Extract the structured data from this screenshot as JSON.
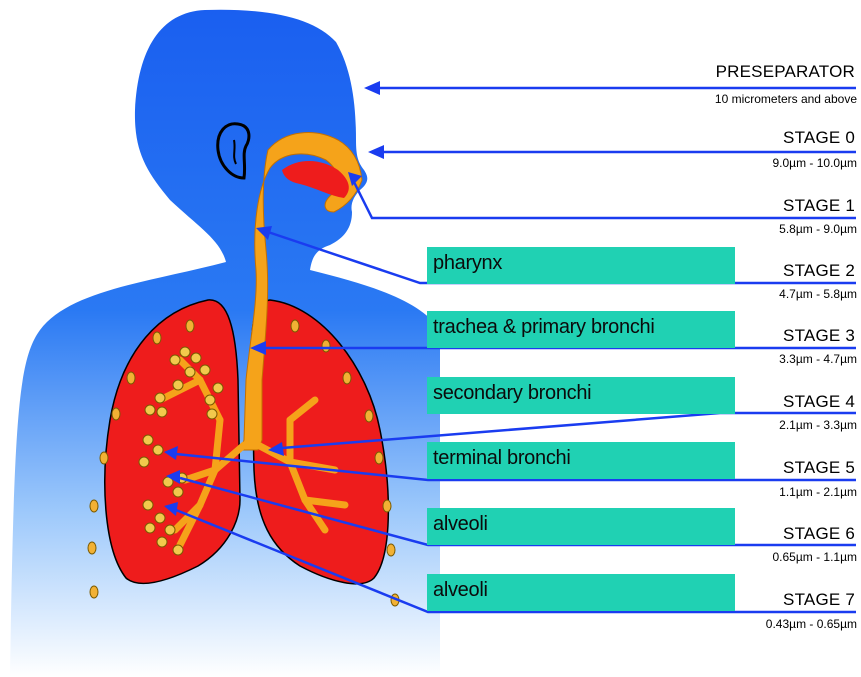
{
  "stages": [
    {
      "title": "PRESEPARATOR",
      "range": "10 micrometers and above"
    },
    {
      "title": "STAGE 0",
      "range": "9.0µm - 10.0µm"
    },
    {
      "title": "STAGE 1",
      "range": "5.8µm - 9.0µm"
    },
    {
      "title": "STAGE 2",
      "range": "4.7µm - 5.8µm"
    },
    {
      "title": "STAGE 3",
      "range": "3.3µm - 4.7µm"
    },
    {
      "title": "STAGE 4",
      "range": "2.1µm - 3.3µm"
    },
    {
      "title": "STAGE 5",
      "range": "1.1µm - 2.1µm"
    },
    {
      "title": "STAGE 6",
      "range": "0.65µm - 1.1µm"
    },
    {
      "title": "STAGE 7",
      "range": "0.43µm - 0.65µm"
    }
  ],
  "regions": [
    {
      "label": "pharynx"
    },
    {
      "label": "trachea & primary bronchi"
    },
    {
      "label": "secondary bronchi"
    },
    {
      "label": "terminal bronchi"
    },
    {
      "label": "alveoli"
    },
    {
      "label": "alveoli"
    }
  ],
  "colors": {
    "body_top": "#1a5ff0",
    "body_bottom": "#ffffff",
    "airway": "#f5a31a",
    "lung": "#ee1c1c",
    "highlight_box": "#20d1b3",
    "arrow": "#1a3cf0",
    "cilia_dots": "#f2b134"
  }
}
